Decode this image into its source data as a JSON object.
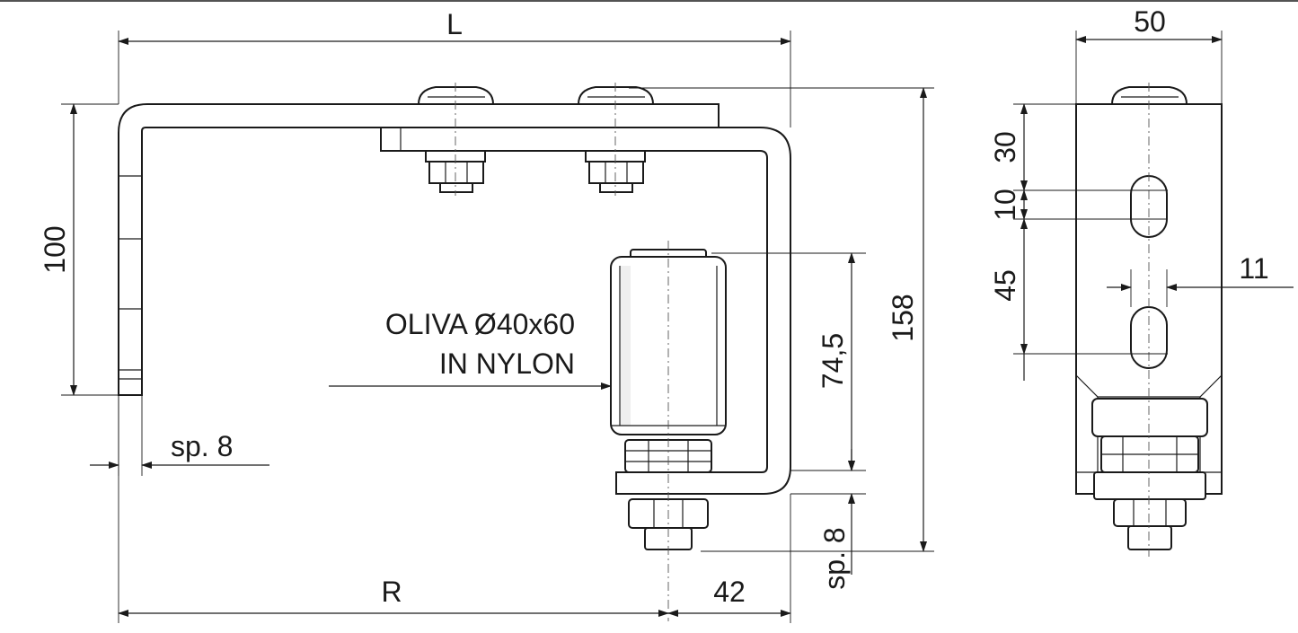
{
  "title": "",
  "callout": {
    "line1": "OLIVA Ø40x60",
    "line2": "IN NYLON"
  },
  "dimensions": {
    "overall_length": "L",
    "roller_offset": "R",
    "roller_to_edge": "42",
    "bracket_height": "100",
    "overall_height": "158",
    "roller_height": "74,5",
    "plate_thickness_left": "sp. 8",
    "plate_thickness_bottom": "sp. 8",
    "side_width": "50",
    "slot_top_offset": "30",
    "slot_length": "10",
    "slot_spacing": "45",
    "slot_width": "11"
  }
}
